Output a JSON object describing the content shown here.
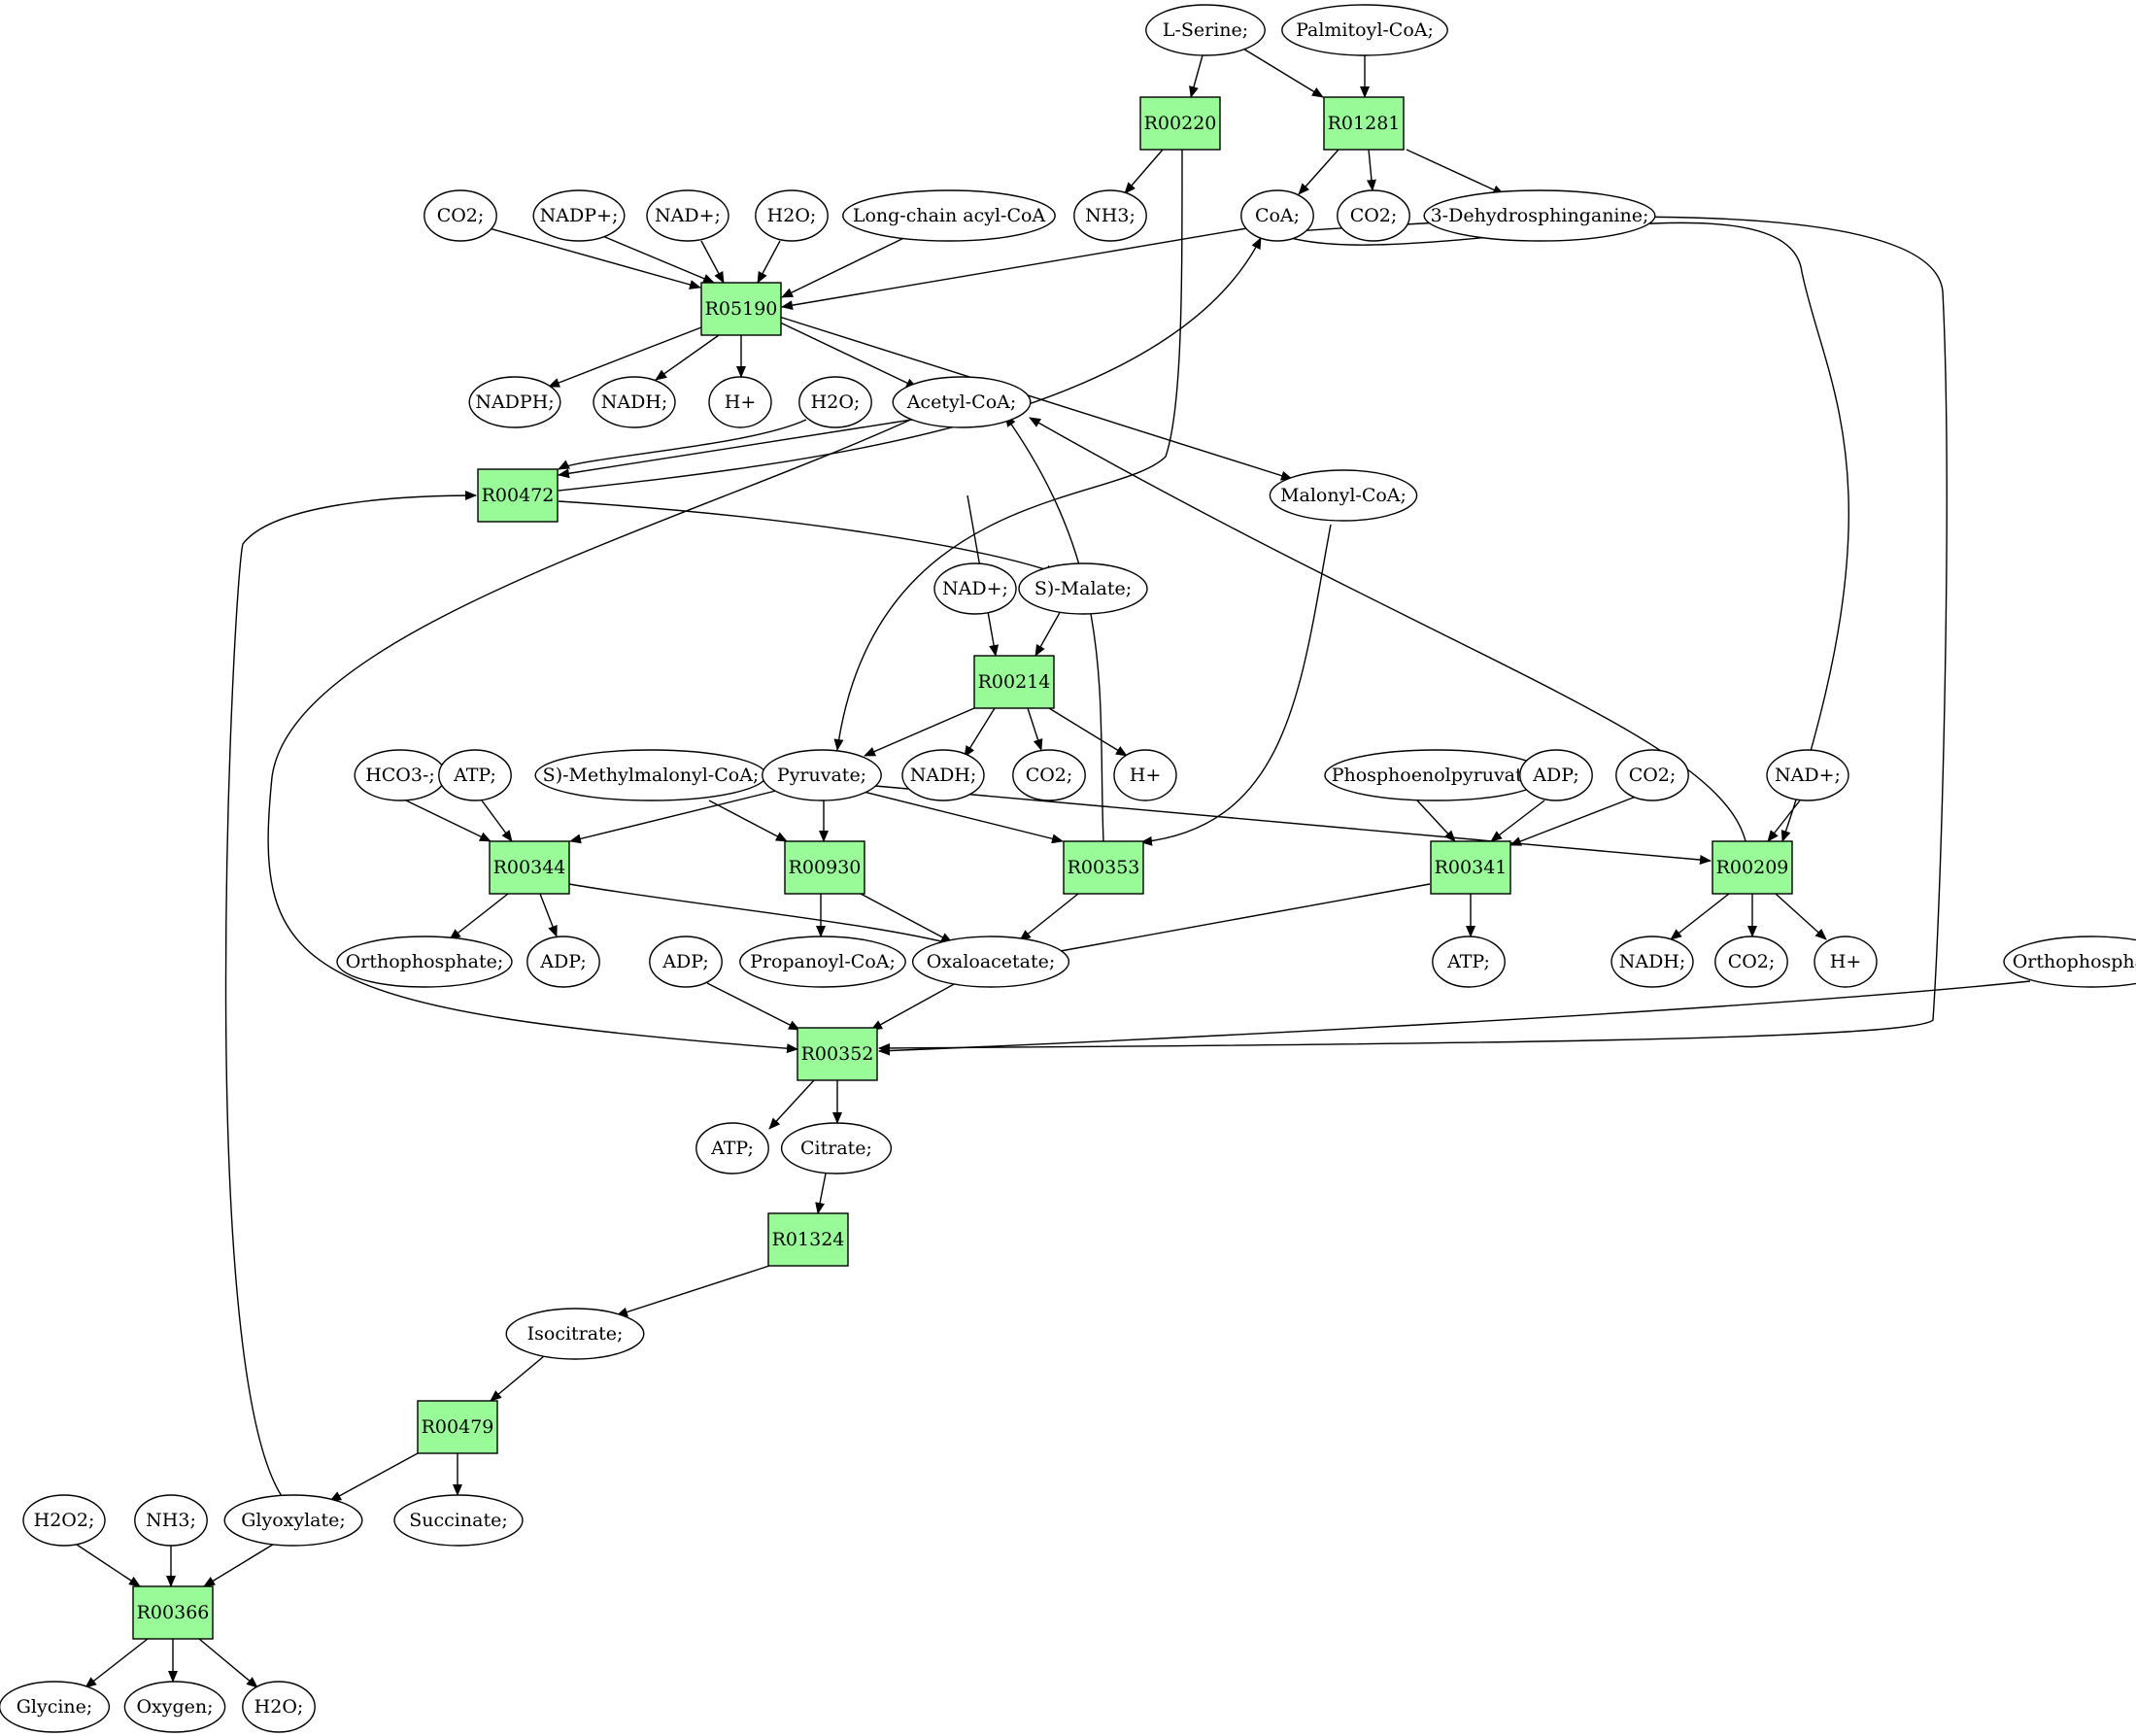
{
  "colors": {
    "reaction": "#98fb98",
    "start": "#00ee00",
    "end": "#ffff00",
    "compound": "#ffffff",
    "line": "#000000"
  },
  "reactions": [
    {
      "id": "r00220",
      "label": "R00220"
    },
    {
      "id": "r01281",
      "label": "R01281"
    },
    {
      "id": "r05190",
      "label": "R05190"
    },
    {
      "id": "r00472",
      "label": "R00472"
    },
    {
      "id": "r00214",
      "label": "R00214"
    },
    {
      "id": "r00344",
      "label": "R00344"
    },
    {
      "id": "r00930",
      "label": "R00930"
    },
    {
      "id": "r00353",
      "label": "R00353"
    },
    {
      "id": "r00341",
      "label": "R00341"
    },
    {
      "id": "r00209",
      "label": "R00209"
    },
    {
      "id": "r00352",
      "label": "R00352"
    },
    {
      "id": "r01324",
      "label": "R01324"
    },
    {
      "id": "r00479",
      "label": "R00479"
    },
    {
      "id": "r00366",
      "label": "R00366"
    }
  ],
  "compounds": [
    {
      "id": "serine",
      "label": "L-Serine;",
      "role": "start"
    },
    {
      "id": "palmitoyl",
      "label": "Palmitoyl-CoA;"
    },
    {
      "id": "nh3_a",
      "label": "NH3;"
    },
    {
      "id": "coa",
      "label": "CoA;"
    },
    {
      "id": "co2_a",
      "label": "CO2;"
    },
    {
      "id": "dehydro",
      "label": "3-Dehydrosphinganine;"
    },
    {
      "id": "co2_b",
      "label": "CO2;"
    },
    {
      "id": "nadp",
      "label": "NADP+;"
    },
    {
      "id": "nad_a",
      "label": "NAD+;"
    },
    {
      "id": "h2o_a",
      "label": "H2O;"
    },
    {
      "id": "longchain",
      "label": "Long-chain acyl-CoA"
    },
    {
      "id": "nadph",
      "label": "NADPH;"
    },
    {
      "id": "nadh_a",
      "label": "NADH;"
    },
    {
      "id": "hplus_a",
      "label": "H+"
    },
    {
      "id": "h2o_b",
      "label": "H2O;"
    },
    {
      "id": "acetylcoa",
      "label": "Acetyl-CoA;"
    },
    {
      "id": "malonyl",
      "label": "Malonyl-CoA;"
    },
    {
      "id": "nad_b",
      "label": "NAD+;"
    },
    {
      "id": "smalate",
      "label": "S)-Malate;"
    },
    {
      "id": "hco3",
      "label": "HCO3-;"
    },
    {
      "id": "atp_a",
      "label": "ATP;"
    },
    {
      "id": "methylmalonyl",
      "label": "S)-Methylmalonyl-CoA;"
    },
    {
      "id": "pyruvate",
      "label": "Pyruvate;"
    },
    {
      "id": "nadh_b",
      "label": "NADH;"
    },
    {
      "id": "co2_c",
      "label": "CO2;"
    },
    {
      "id": "hplus_b",
      "label": "H+"
    },
    {
      "id": "pep",
      "label": "Phosphoenolpyruvate;"
    },
    {
      "id": "adp_a",
      "label": "ADP;"
    },
    {
      "id": "co2_d",
      "label": "CO2;"
    },
    {
      "id": "nad_c",
      "label": "NAD+;"
    },
    {
      "id": "orthophos_a",
      "label": "Orthophosphate;"
    },
    {
      "id": "adp_b",
      "label": "ADP;"
    },
    {
      "id": "adp_c",
      "label": "ADP;"
    },
    {
      "id": "propanoyl",
      "label": "Propanoyl-CoA;"
    },
    {
      "id": "oxaloacetate",
      "label": "Oxaloacetate;"
    },
    {
      "id": "atp_b",
      "label": "ATP;"
    },
    {
      "id": "nadh_c",
      "label": "NADH;"
    },
    {
      "id": "co2_e",
      "label": "CO2;"
    },
    {
      "id": "hplus_c",
      "label": "H+"
    },
    {
      "id": "orthophos_b",
      "label": "Orthophosphate;"
    },
    {
      "id": "atp_c",
      "label": "ATP;"
    },
    {
      "id": "citrate",
      "label": "Citrate;"
    },
    {
      "id": "isocitrate",
      "label": "Isocitrate;"
    },
    {
      "id": "glyoxylate",
      "label": "Glyoxylate;"
    },
    {
      "id": "succinate",
      "label": "Succinate;"
    },
    {
      "id": "h2o2",
      "label": "H2O2;"
    },
    {
      "id": "nh3_b",
      "label": "NH3;"
    },
    {
      "id": "glycine",
      "label": "Glycine;",
      "role": "end"
    },
    {
      "id": "oxygen",
      "label": "Oxygen;"
    },
    {
      "id": "h2o_c",
      "label": "H2O;"
    }
  ]
}
